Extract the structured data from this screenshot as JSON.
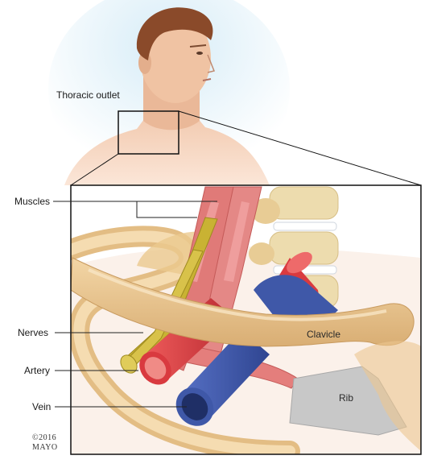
{
  "figure": {
    "inset_title": "Thoracic outlet",
    "labels": {
      "muscles": "Muscles",
      "nerves": "Nerves",
      "artery": "Artery",
      "vein": "Vein",
      "clavicle": "Clavicle",
      "rib": "Rib"
    },
    "copyright": {
      "line1": "©2016",
      "line2": "MAYO"
    }
  },
  "colors": {
    "skin": "#f4cdb5",
    "hair": "#8a4a2a",
    "bone": "#ecc790",
    "muscle": "#e07a78",
    "nerve": "#c9b233",
    "artery": "#d93a3f",
    "vein": "#3f58a8",
    "cartilage": "#c8c8c8",
    "vertebra": "#eddcae"
  }
}
